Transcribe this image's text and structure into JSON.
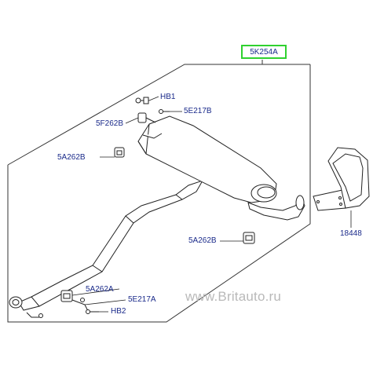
{
  "header": {
    "assembly_part": "5K254A"
  },
  "callouts": {
    "hb1": "HB1",
    "c5e217b": "5E217B",
    "c5f262b": "5F262B",
    "c5a262b_top": "5A262B",
    "c5a262b_bottom": "5A262B",
    "c5a262a": "5A262A",
    "c5e217a": "5E217A",
    "hb2": "HB2",
    "c18448": "18448"
  },
  "watermark": "www.Britauto.ru",
  "colors": {
    "label": "#1a2a8a",
    "highlight_box": "#2fd12f",
    "line": "#222222",
    "watermark": "#b9b9b9"
  }
}
